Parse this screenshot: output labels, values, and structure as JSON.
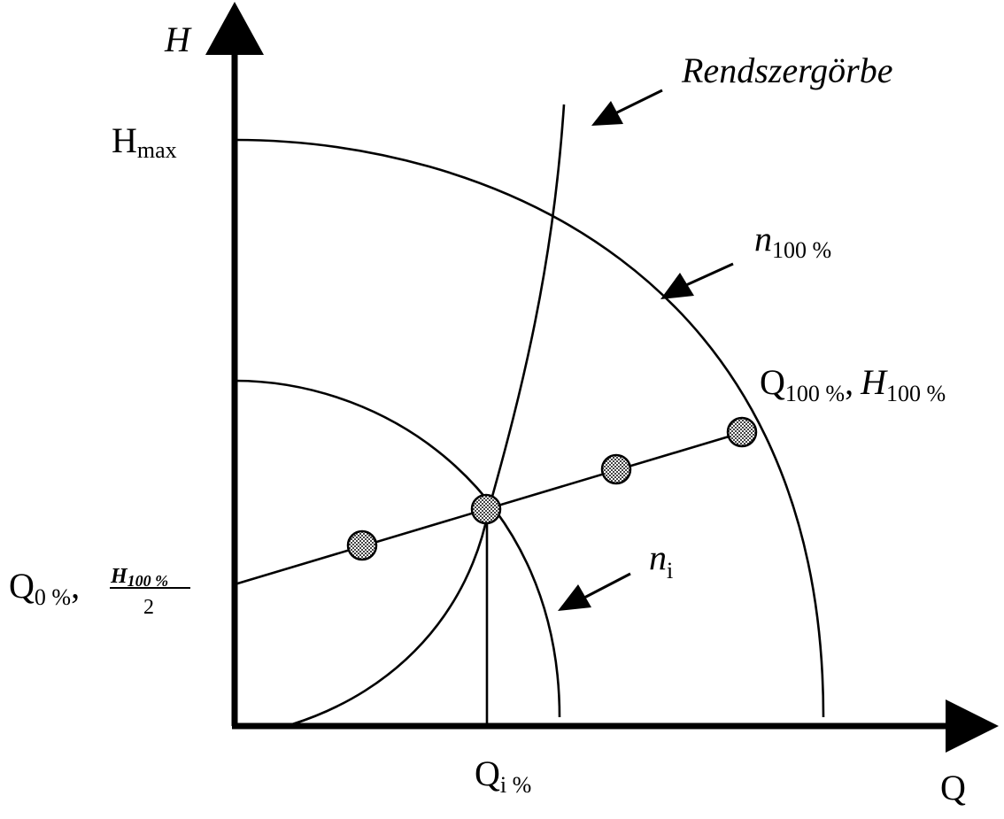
{
  "axes": {
    "y_label": "H",
    "x_label": "Q"
  },
  "labels": {
    "hmax_main": "H",
    "hmax_sub": "max",
    "system_curve": "Rendszergörbe",
    "n100_main": "n",
    "n100_sub": "100 %",
    "ni_main": "n",
    "ni_sub": "i",
    "q100_q": "Q",
    "q100_qsub": "100 %",
    "q100_h": "H",
    "q100_hsub": "100 %",
    "q100_sep": ",",
    "q0_main": "Q",
    "q0_sub": "0 %",
    "q0_sep": ",",
    "frac_num_main": "H",
    "frac_num_sub": "100 %",
    "frac_den": "2",
    "qi_main": "Q",
    "qi_sub": "i %"
  },
  "colors": {
    "ink": "#000000",
    "background": "#ffffff",
    "point_fill": "#8a8a8a"
  }
}
